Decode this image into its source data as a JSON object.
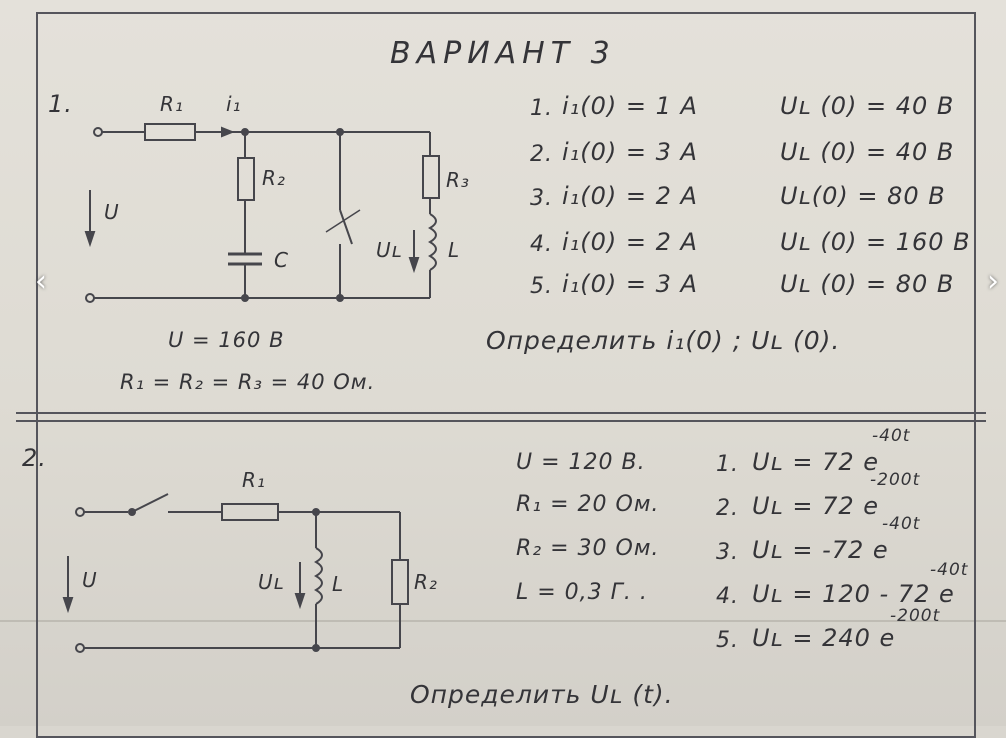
{
  "title": "ВАРИАНТ 3",
  "colors": {
    "ink": "#343438",
    "paper": "#e0ddd6",
    "line": "#55555c"
  },
  "nav": {
    "prev_icon": "‹",
    "next_icon": "›"
  },
  "problem1": {
    "number": "1.",
    "circuit_labels": {
      "r1": "R₁",
      "i1": "i₁",
      "r2": "R₂",
      "c": "C",
      "r3": "R₃",
      "ul": "Uʟ",
      "l": "L",
      "u": "U"
    },
    "given_u": "U = 160 В",
    "given_r": "R₁ = R₂ = R₃ = 40 Ом.",
    "variants": [
      {
        "num": "1.",
        "i": "i₁(0) = 1 А",
        "u": "Uʟ (0) = 40 В"
      },
      {
        "num": "2.",
        "i": "i₁(0) = 3 А",
        "u": "Uʟ (0) = 40 В"
      },
      {
        "num": "3.",
        "i": "i₁(0) = 2 А",
        "u": "Uʟ(0) = 80 В"
      },
      {
        "num": "4.",
        "i": "i₁(0) = 2 А",
        "u": "Uʟ (0) = 160 В"
      },
      {
        "num": "5.",
        "i": "i₁(0) = 3 А",
        "u": "Uʟ (0) = 80 В"
      }
    ],
    "task": "Определить  i₁(0) ;   Uʟ (0)."
  },
  "problem2": {
    "number": "2.",
    "circuit_labels": {
      "r1": "R₁",
      "ul": "Uʟ",
      "l": "L",
      "r2": "R₂",
      "u": "U"
    },
    "given": [
      "U = 120  В.",
      "R₁ = 20  Ом.",
      "R₂ = 30  Ом.",
      "L = 0,3  Г. ."
    ],
    "variants": [
      {
        "num": "1.",
        "text": "Uʟ = 72 e",
        "exp": "-40t"
      },
      {
        "num": "2.",
        "text": "Uʟ = 72 e",
        "exp": "-200t"
      },
      {
        "num": "3.",
        "text": "Uʟ = -72 e",
        "exp": "-40t"
      },
      {
        "num": "4.",
        "text": "Uʟ = 120 - 72 e",
        "exp": "-40t"
      },
      {
        "num": "5.",
        "text": "Uʟ = 240 e",
        "exp": "-200t"
      }
    ],
    "task": "Определить   Uʟ (t)."
  }
}
